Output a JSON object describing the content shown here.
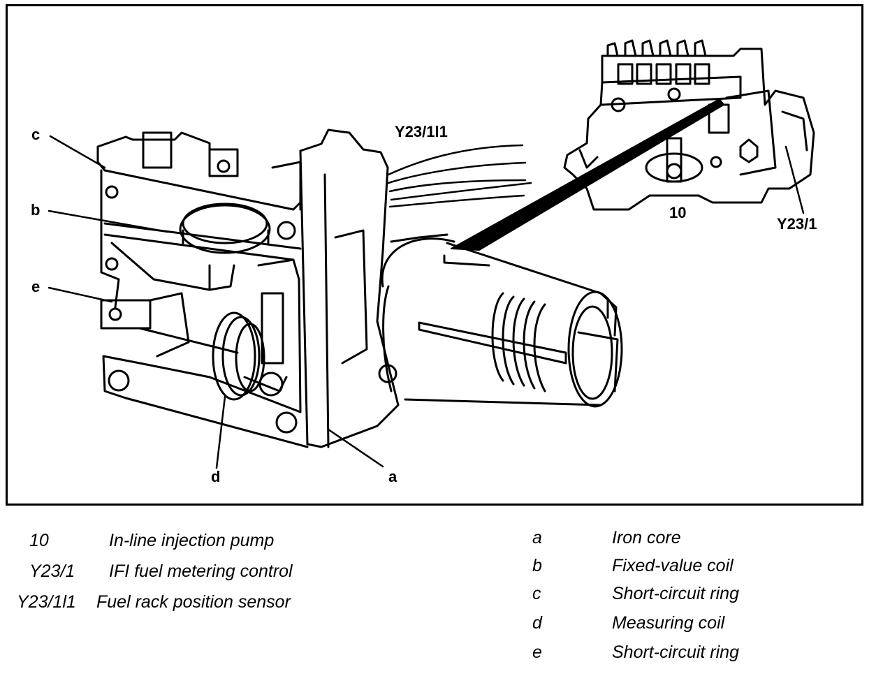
{
  "diagram": {
    "callouts": {
      "c": "c",
      "b": "b",
      "e": "e",
      "d": "d",
      "a": "a",
      "sensor": "Y23/1l1",
      "pump": "10",
      "control": "Y23/1"
    }
  },
  "legend": {
    "left": [
      {
        "key": "10",
        "text": "In-line injection pump"
      },
      {
        "key": "Y23/1",
        "text": "IFI fuel metering control"
      },
      {
        "key": "Y23/1l1",
        "text": "Fuel rack position sensor"
      }
    ],
    "right": [
      {
        "key": "a",
        "text": "Iron core"
      },
      {
        "key": "b",
        "text": "Fixed-value coil"
      },
      {
        "key": "c",
        "text": "Short-circuit ring"
      },
      {
        "key": "d",
        "text": "Measuring coil"
      },
      {
        "key": "e",
        "text": "Short-circuit ring"
      }
    ]
  }
}
